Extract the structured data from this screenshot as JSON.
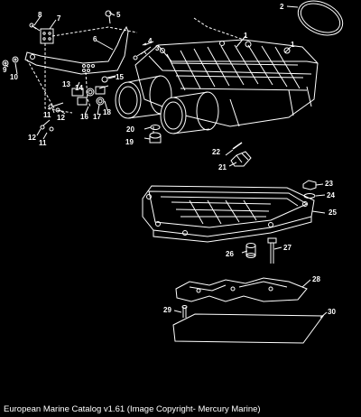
{
  "caption": "European Marine Catalog v1.61 (Image Copyright- Mercury Marine)",
  "callouts": {
    "c1a": "1",
    "c1b": "1",
    "c2": "2",
    "c3": "3",
    "c4": "4",
    "c5": "5",
    "c6": "6",
    "c7": "7",
    "c8": "8",
    "c9": "9",
    "c10": "10",
    "c11a": "11",
    "c11b": "11",
    "c12a": "12",
    "c12b": "12",
    "c13": "13",
    "c14": "14",
    "c15": "15",
    "c16": "16",
    "c17": "17",
    "c18": "18",
    "c19": "19",
    "c20": "20",
    "c21": "21",
    "c22": "22",
    "c23": "23",
    "c24": "24",
    "c25": "25",
    "c26": "26",
    "c27": "27",
    "c28": "28",
    "c29": "29",
    "c30": "30"
  }
}
